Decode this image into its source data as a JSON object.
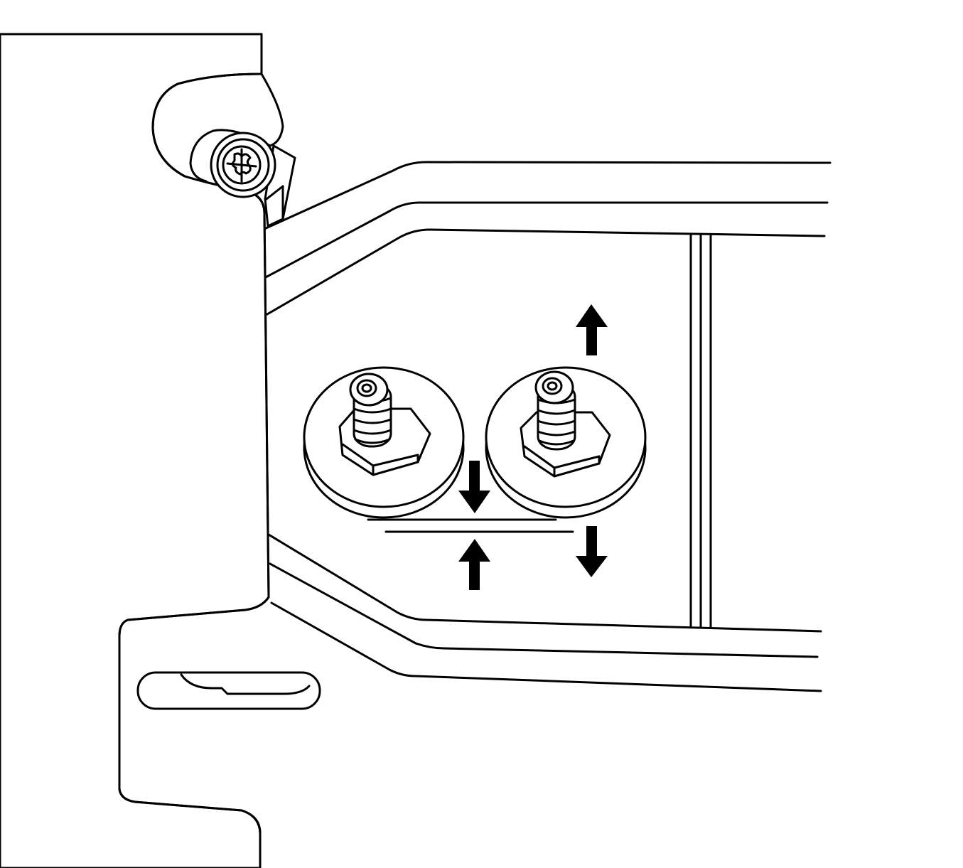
{
  "diagram": {
    "colors": {
      "line": "#000000",
      "background": "#ffffff"
    },
    "parts": [
      "door-panel",
      "hinge-bracket",
      "phillips-screw-icon",
      "trim-panel",
      "left-adjuster-stud",
      "right-adjuster-stud",
      "alignment-gap",
      "handle-slot"
    ],
    "arrows": [
      {
        "part": "left-adjuster-stud",
        "direction": "down"
      },
      {
        "part": "alignment-gap",
        "direction": "up"
      },
      {
        "part": "right-adjuster-stud",
        "direction": "up"
      },
      {
        "part": "right-adjuster-stud",
        "direction": "down"
      }
    ]
  }
}
